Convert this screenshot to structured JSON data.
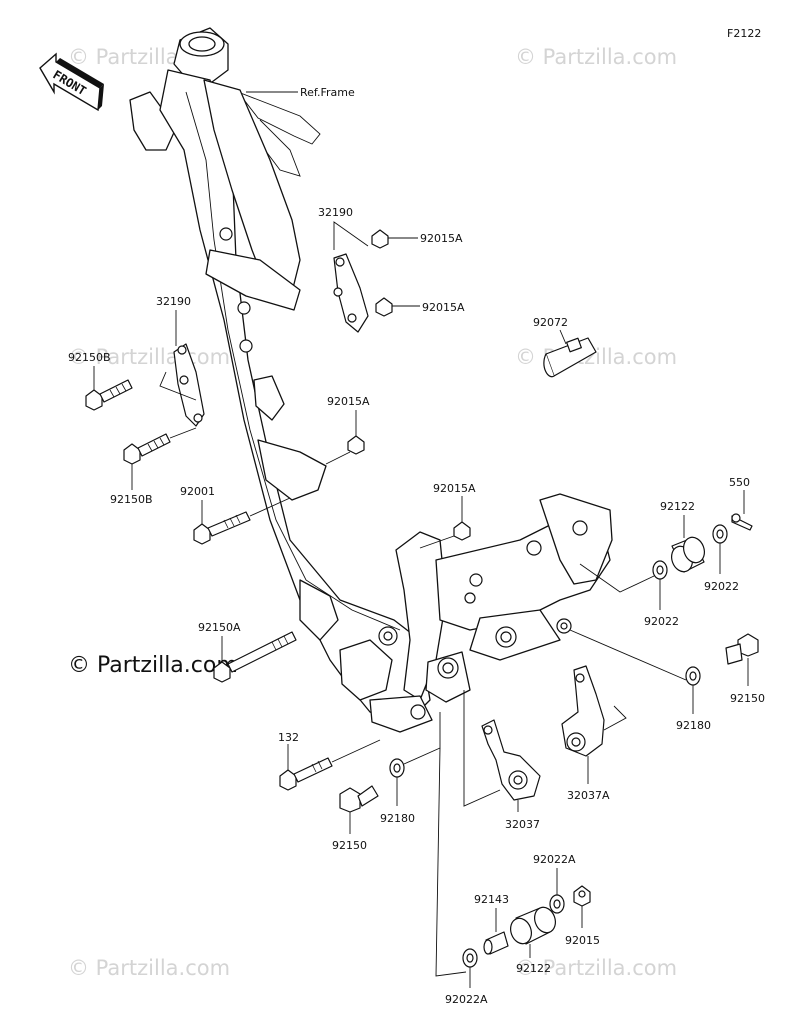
{
  "diagram_code": "F2122",
  "front_label": "FRONT",
  "ref_frame_label": "Ref.Frame",
  "watermark_text": "© Partzilla.com",
  "watermark_dark_text": "© Partzilla.com",
  "parts": {
    "p32190_a": "32190",
    "p32190_b": "32190",
    "p92015a_1": "92015A",
    "p92015a_2": "92015A",
    "p92015a_3": "92015A",
    "p92015a_4": "92015A",
    "p92150b_1": "92150B",
    "p92150b_2": "92150B",
    "p92001": "92001",
    "p92072": "92072",
    "p550": "550",
    "p92122_1": "92122",
    "p92022_1": "92022",
    "p92022_2": "92022",
    "p92150a": "92150A",
    "p92150_1": "92150",
    "p92150_2": "92150",
    "p92180_1": "92180",
    "p92180_2": "92180",
    "p132": "132",
    "p32037": "32037",
    "p32037a": "32037A",
    "p92022a_1": "92022A",
    "p92022a_2": "92022A",
    "p92143": "92143",
    "p92015": "92015",
    "p92122_2": "92122"
  },
  "colors": {
    "line": "#111111",
    "watermark": "#d4d4d4",
    "background": "#ffffff"
  }
}
